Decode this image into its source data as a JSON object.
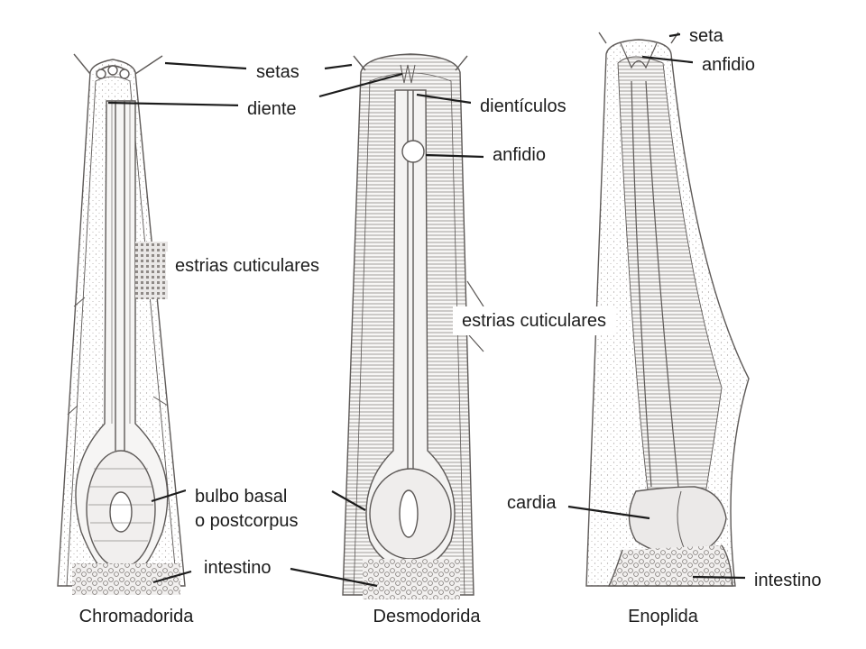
{
  "background_color": "#ffffff",
  "specimen_color": "#5e5a58",
  "labels": {
    "setas": "setas",
    "diente": "diente",
    "estrias_1": "estrias cuticulares",
    "bulbo_basal_1": "bulbo basal",
    "bulbo_basal_2": "o postcorpus",
    "intestino_1": "intestino",
    "denticulos": "dientículos",
    "anfidio_1": "anfidio",
    "estrias_2": "estrias cuticulares",
    "seta": "seta",
    "anfidio_2": "anfidio",
    "cardia": "cardia",
    "intestino_2": "intestino"
  },
  "orders": [
    "Chromadorida",
    "Desmodorida",
    "Enoplida"
  ]
}
